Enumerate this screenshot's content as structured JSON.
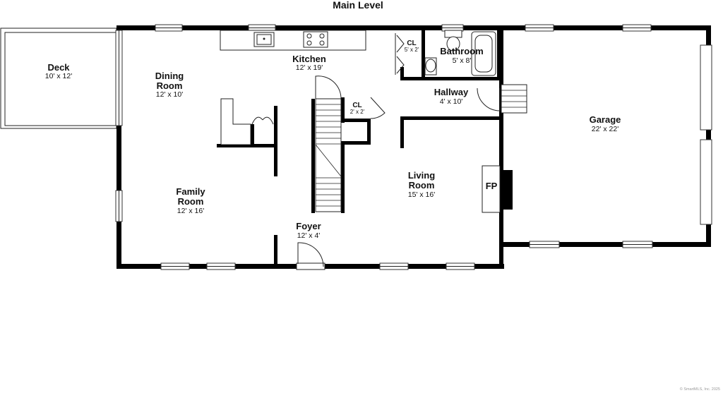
{
  "title": "Main Level",
  "footer": "© SmartMLS, Inc. 2025",
  "rooms": {
    "deck": {
      "name": "Deck",
      "dim": "10' x 12'"
    },
    "dining": {
      "name1": "Dining",
      "name2": "Room",
      "dim": "12' x 10'"
    },
    "kitchen": {
      "name": "Kitchen",
      "dim": "12' x 19'"
    },
    "cl1": {
      "name": "CL",
      "dim": "5' x 2'"
    },
    "bathroom": {
      "name": "Bathroom",
      "dim": "5' x 8'"
    },
    "hallway": {
      "name": "Hallway",
      "dim": "4' x 10'"
    },
    "cl2": {
      "name": "CL",
      "dim": "2' x 2'"
    },
    "garage": {
      "name": "Garage",
      "dim": "22' x 22'"
    },
    "living": {
      "name1": "Living",
      "name2": "Room",
      "dim": "15' x 16'"
    },
    "fp": {
      "name": "FP"
    },
    "family": {
      "name1": "Family",
      "name2": "Room",
      "dim": "12' x 16'"
    },
    "foyer": {
      "name": "Foyer",
      "dim": "12' x 4'"
    }
  }
}
